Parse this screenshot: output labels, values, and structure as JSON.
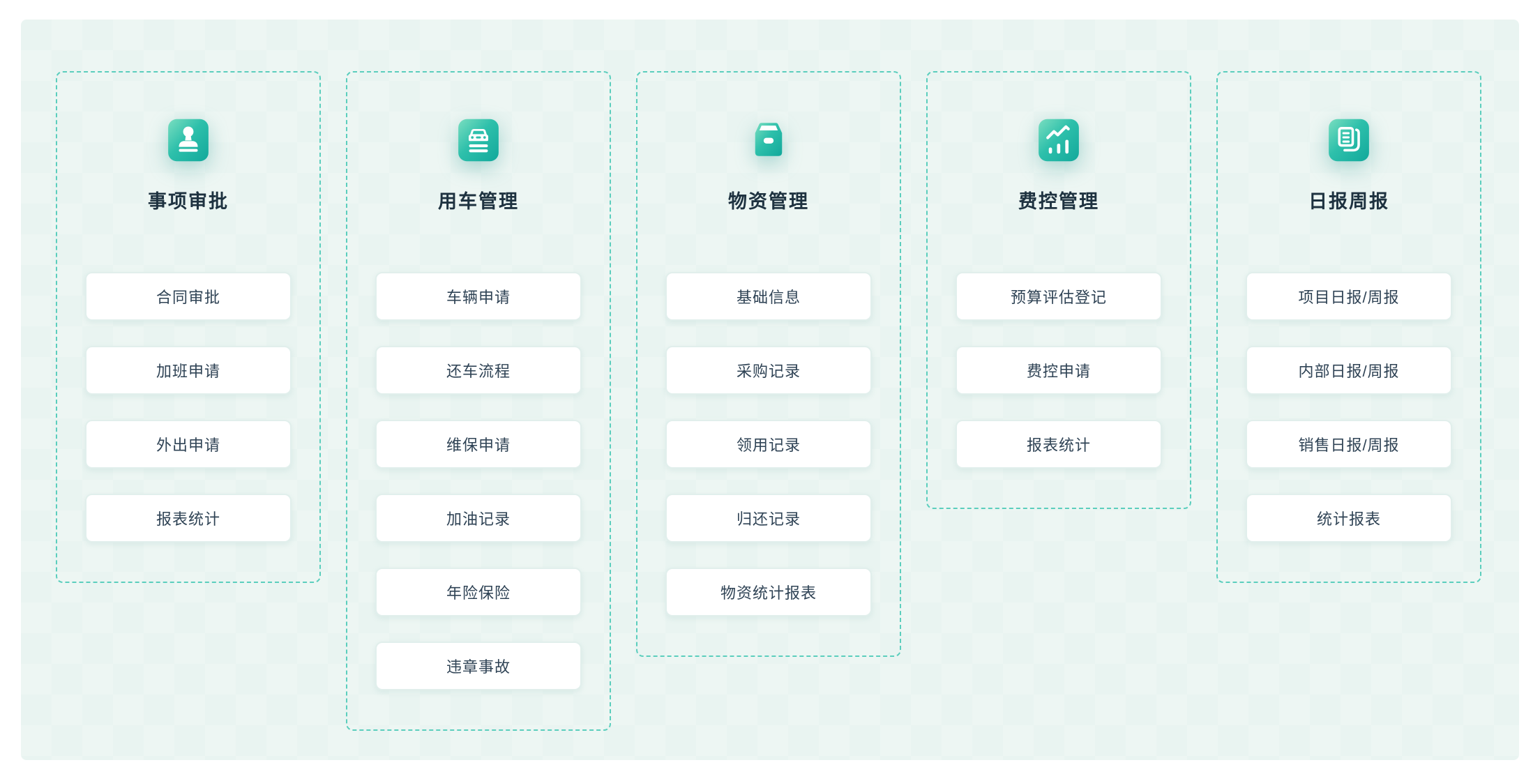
{
  "page": {
    "background": "#ffffff",
    "panel_background": "#e9f4f1",
    "dashed_border_color": "#5bcebd",
    "icon_gradient_start": "#7adec0",
    "icon_gradient_end": "#12a89b",
    "title_color": "#1e3240",
    "button_text_color": "#2f4355"
  },
  "sections": [
    {
      "title": "事项审批",
      "icon": "stamp-icon",
      "items": [
        "合同审批",
        "加班申请",
        "外出申请",
        "报表统计"
      ]
    },
    {
      "title": "用车管理",
      "icon": "car-icon",
      "items": [
        "车辆申请",
        "还车流程",
        "维保申请",
        "加油记录",
        "年险保险",
        "违章事故"
      ]
    },
    {
      "title": "物资管理",
      "icon": "archive-box-icon",
      "items": [
        "基础信息",
        "采购记录",
        "领用记录",
        "归还记录",
        "物资统计报表"
      ]
    },
    {
      "title": "费控管理",
      "icon": "chart-icon",
      "items": [
        "预算评估登记",
        "费控申请",
        "报表统计"
      ]
    },
    {
      "title": "日报周报",
      "icon": "report-icon",
      "items": [
        "项目日报/周报",
        "内部日报/周报",
        "销售日报/周报",
        "统计报表"
      ]
    }
  ]
}
